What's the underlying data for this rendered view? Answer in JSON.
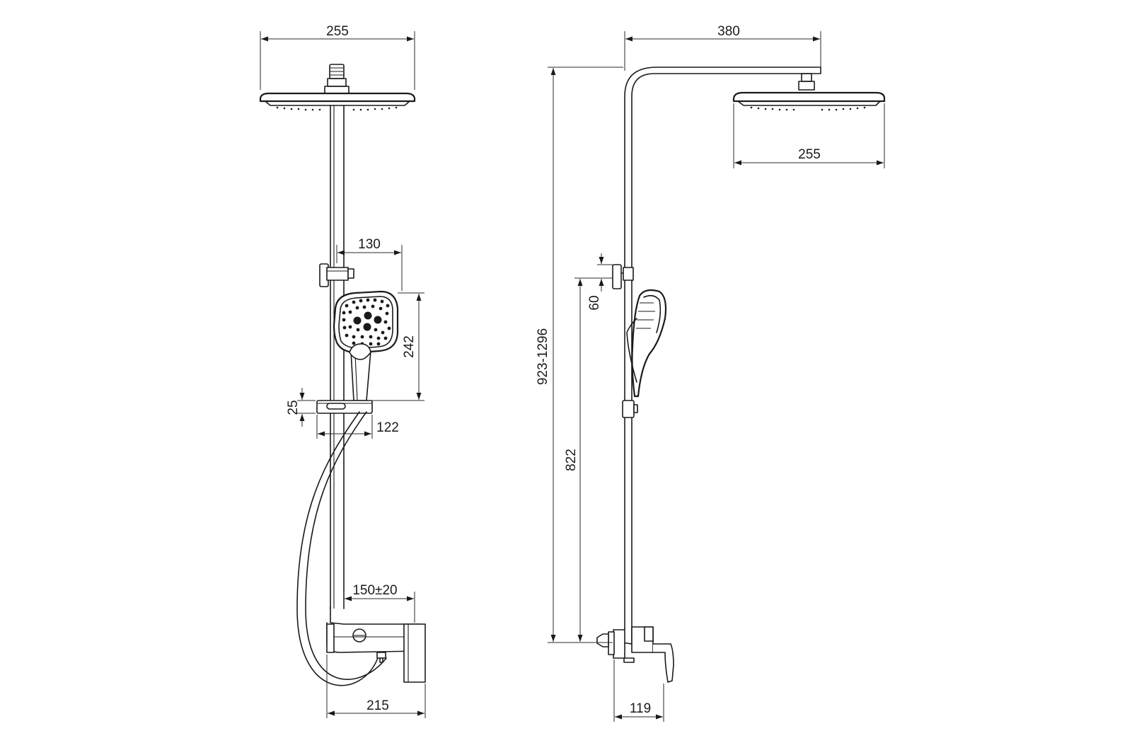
{
  "views": {
    "front": {
      "dims": {
        "head_width": "255",
        "handshower_offset": "130",
        "handshower_height": "242",
        "holder_height": "25",
        "holder_width": "122",
        "inlet_spacing": "150±20",
        "mixer_width": "215"
      }
    },
    "side": {
      "dims": {
        "arm_reach": "380",
        "head_width": "255",
        "bracket_height": "60",
        "total_height": "923-1296",
        "mixer_to_bracket": "822",
        "mixer_depth": "119"
      }
    }
  }
}
